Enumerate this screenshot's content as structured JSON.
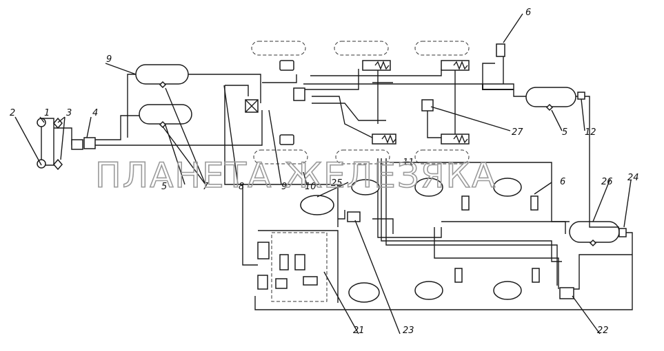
{
  "watermark": "ПЛАНЕТА ЖЕЛЕЗЯКА",
  "callouts": {
    "c1": "1",
    "c2": "2",
    "c3": "3",
    "c4": "4",
    "c5a": "5",
    "c5b": "5",
    "c6a": "6",
    "c6b": "6",
    "c7": "7",
    "c8": "8",
    "c9a": "9",
    "c9b": "9",
    "c10": "10",
    "c11": "11",
    "c12": "12",
    "c21": "21",
    "c22": "22",
    "c23": "23",
    "c24": "24",
    "c25": "25",
    "c26": "26",
    "c27": "27"
  },
  "colors": {
    "line": "#1a1a1a",
    "watermark": "#9a9a9a",
    "background": "#ffffff"
  }
}
